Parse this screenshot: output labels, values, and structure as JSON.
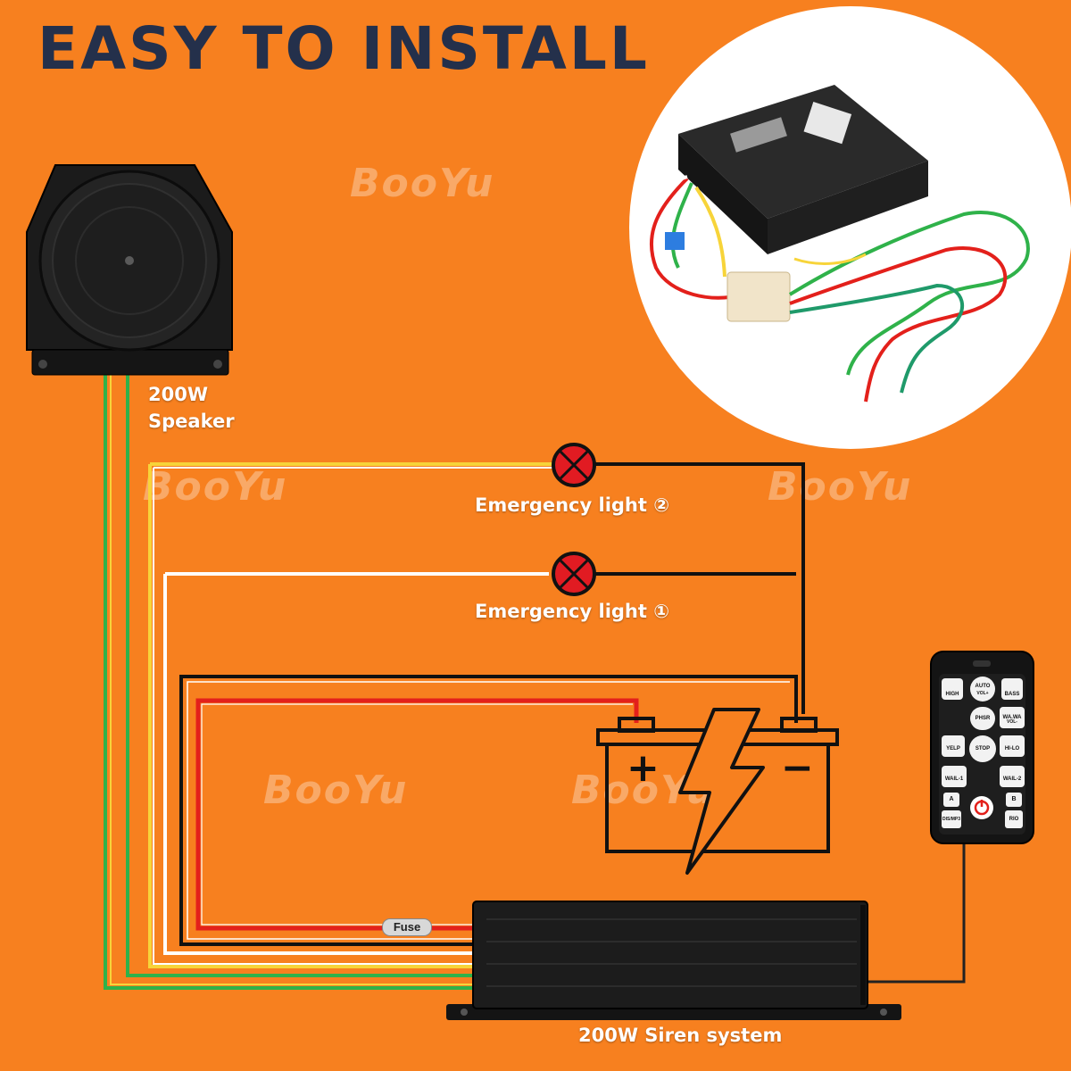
{
  "title": "Easy to install",
  "watermark": "BooYu",
  "speaker": {
    "label_line1": "200W",
    "label_line2": "Speaker"
  },
  "lights": [
    {
      "label": "Emergency light ②"
    },
    {
      "label": "Emergency light ①"
    }
  ],
  "fuse": {
    "label": "Fuse"
  },
  "siren": {
    "label": "200W Siren system"
  },
  "remote": {
    "buttons": [
      "HIGH",
      "AUTO",
      "BASS",
      "PHSR",
      "WA.WA",
      "YELP",
      "STOP",
      "HI-LO",
      "WAIL-1",
      "WAIL-2",
      "A",
      "B",
      "DIS/MP3",
      "RIO"
    ],
    "vol_up": "VOL+",
    "vol_down": "VOL-"
  },
  "battery": {
    "plus": "+",
    "minus": "−"
  },
  "colors": {
    "background": "#f7801f",
    "title": "#24304b",
    "wire_red": "#e3201b",
    "wire_yellow": "#f7d43a",
    "wire_green": "#2fb24a",
    "wire_black": "#111111",
    "wire_white": "#ffffff",
    "lamp": "#e11b22"
  }
}
